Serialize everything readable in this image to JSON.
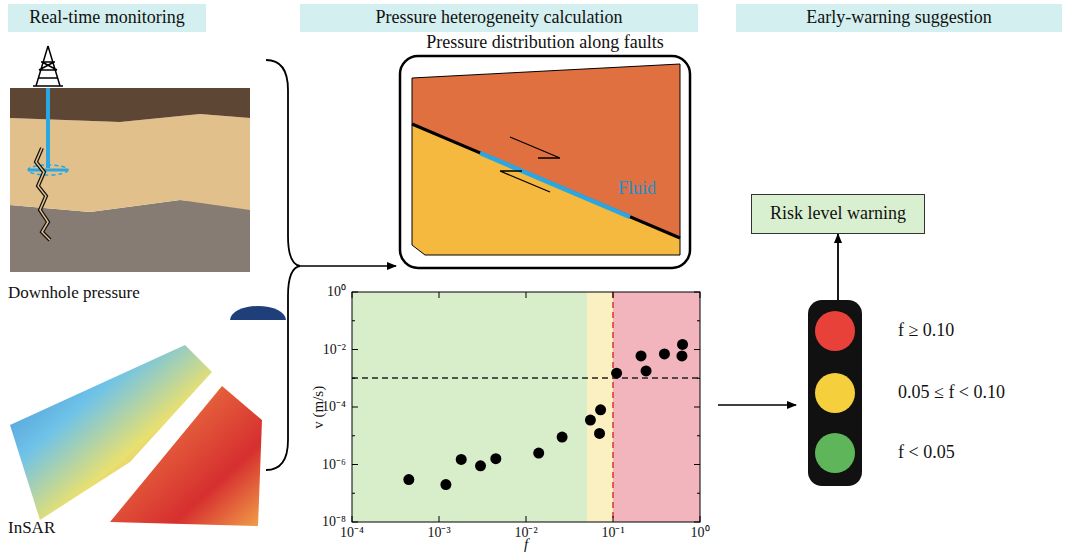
{
  "diagram": {
    "nodes": [
      {
        "text": [
          "Real-time monitoring"
        ]
      },
      {
        "text": [
          "Pressure heterogeneity calculation"
        ]
      },
      {
        "text": [
          "Early-warning suggestion"
        ]
      },
      {
        "text": [
          "Pressure distribution along faults",
          "Fluid"
        ]
      },
      {
        "text": [
          "Risk level warning"
        ]
      },
      {
        "text": [
          "f ≥ 0.10",
          "0.05 ≤ f < 0.10",
          "f < 0.05"
        ]
      }
    ],
    "edges": [
      {
        "from": 5,
        "to": 4,
        "arrow": "to"
      }
    ],
    "labels": [
      "Downhole pressure",
      "InSAR",
      "10⁰",
      "10⁻²",
      "10⁻⁴",
      "10⁻⁶",
      "10⁻⁸",
      "v (m/s)",
      "10⁻⁴",
      "10⁻³",
      "10⁻²",
      "10⁻¹",
      "10⁰",
      "f"
    ]
  }
}
